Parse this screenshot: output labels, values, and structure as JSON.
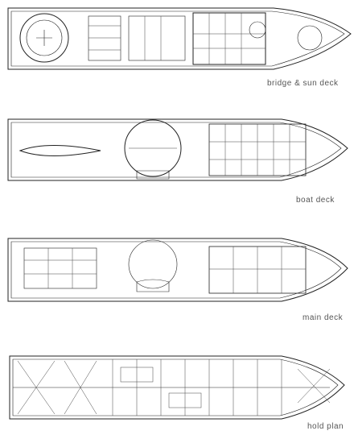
{
  "plans": [
    {
      "id": "bridge",
      "label": "bridge & sun deck"
    },
    {
      "id": "boat",
      "label": "boat deck"
    },
    {
      "id": "main",
      "label": "main deck"
    },
    {
      "id": "hold",
      "label": "hold plan"
    }
  ],
  "colors": {
    "line": "#222222",
    "accent": "#555555"
  }
}
